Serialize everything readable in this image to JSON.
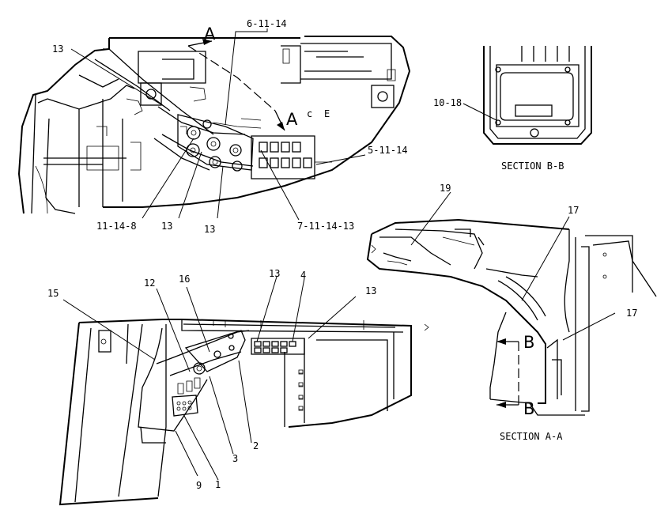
{
  "callouts": {
    "c_13_top": "13",
    "c_6_11_14": "6-11-14",
    "c_5_11_14": "5-11-14",
    "c_7_11_14_13": "7-11-14-13",
    "c_11_14_8": "11-14-8",
    "c_13_a": "13",
    "c_13_b": "13",
    "c_10_18": "10-18",
    "c_19": "19",
    "c_17_top": "17",
    "c_17_right": "17",
    "c_15": "15",
    "c_12": "12",
    "c_16": "16",
    "c_13_c": "13",
    "c_4": "4",
    "c_13_d": "13",
    "c_2": "2",
    "c_3": "3",
    "c_1": "1",
    "c_9": "9"
  },
  "view_letters": {
    "a_top": "A",
    "a_mid": "A",
    "b_top": "B",
    "b_bottom": "B"
  },
  "section_titles": {
    "section_b": "SECTION B-B",
    "section_a": "SECTION A-A"
  }
}
